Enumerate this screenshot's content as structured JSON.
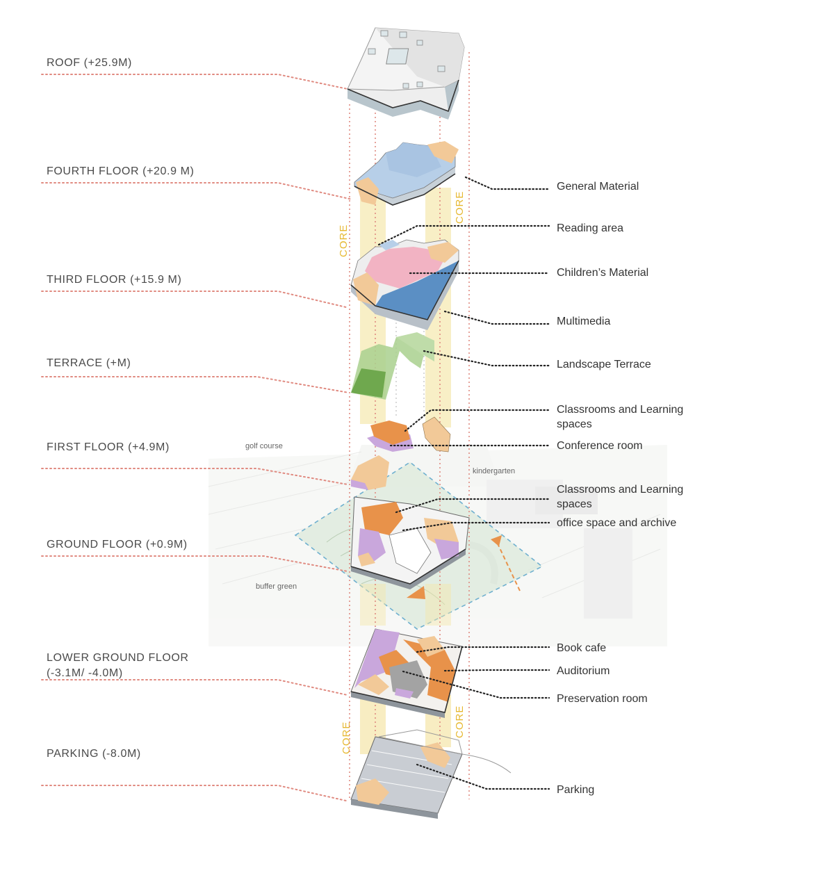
{
  "levels": {
    "roof": "ROOF (+25.9M)",
    "fourth": "FOURTH FLOOR (+20.9 M)",
    "third": "THIRD FLOOR (+15.9 M)",
    "terrace": "TERRACE (+M)",
    "first": "FIRST FLOOR (+4.9M)",
    "ground": "GROUND FLOOR (+0.9M)",
    "lower_1": "LOWER GROUND FLOOR",
    "lower_2": "(-3.1M/ -4.0M)",
    "parking": "PARKING (-8.0M)"
  },
  "programs": {
    "general_material": "General Material",
    "reading_area": "Reading area",
    "childrens_material": "Children’s Material",
    "multimedia": "Multimedia",
    "landscape_terrace": "Landscape Terrace",
    "classrooms_1a": "Classrooms and Learning",
    "classrooms_1b": "spaces",
    "conference_room": "Conference room",
    "classrooms_2a": "Classrooms and Learning",
    "classrooms_2b": "spaces",
    "office_archive": "office space and archive",
    "book_cafe": "Book cafe",
    "auditorium": "Auditorium",
    "preservation_room": "Preservation room",
    "parking": "Parking"
  },
  "context": {
    "golf_course": "golf course",
    "kindergarten": "kindergarten",
    "buffer_green": "buffer green"
  },
  "core_label": "CORE",
  "colors": {
    "level_leader": "#e08a80",
    "program_leader": "#222222",
    "core": "#f5e6a8",
    "general_material": "#b7cfe8",
    "childrens_material": "#f2b3c3",
    "multimedia": "#5b8fc4",
    "terrace": "#a9d08e",
    "classroom": "#e8924a",
    "conference": "#c9a7dc",
    "service": "#f2c998",
    "parking": "#c9cdd3"
  }
}
